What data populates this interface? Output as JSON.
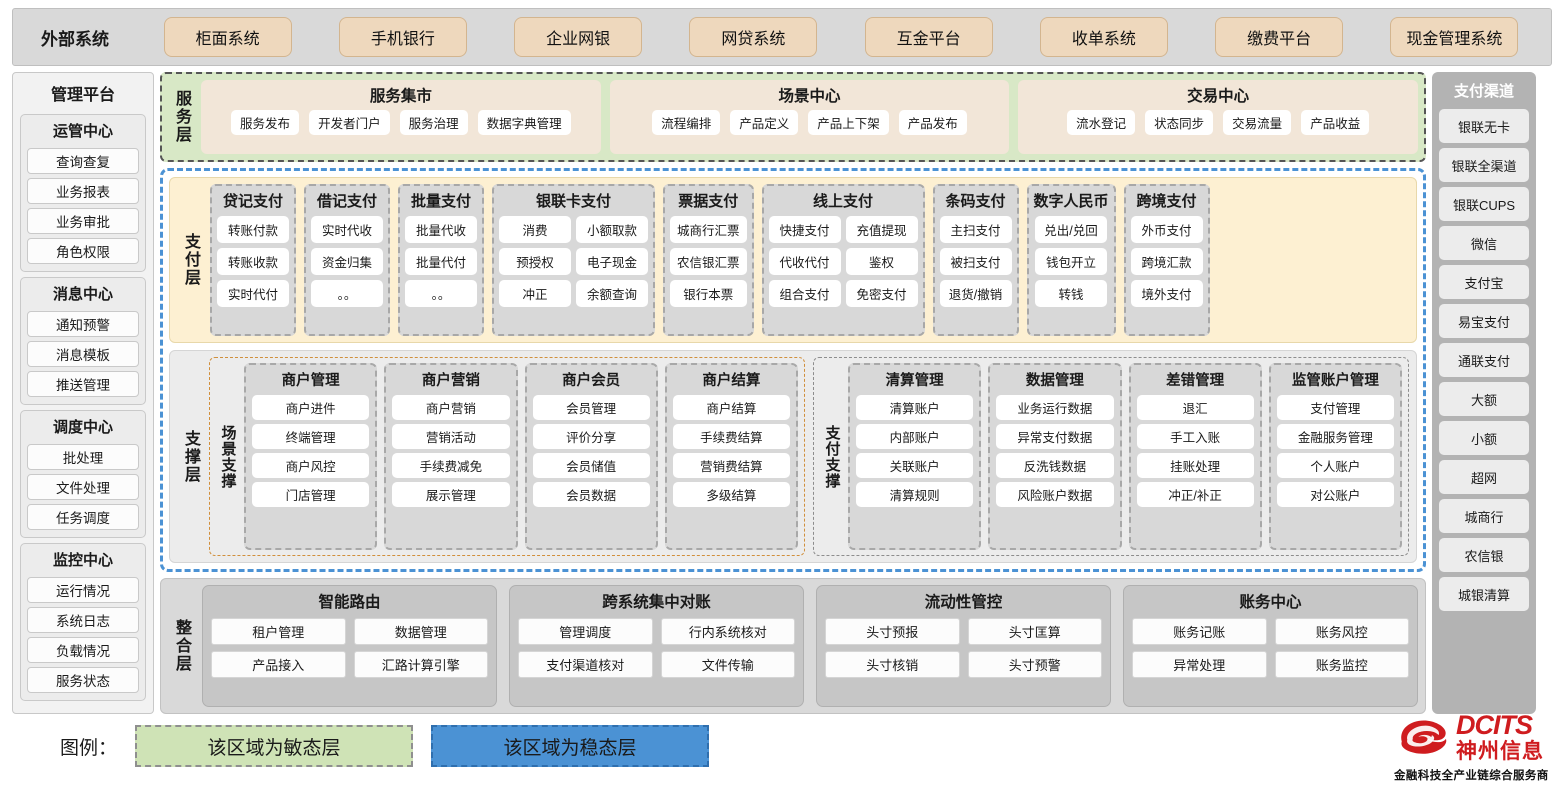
{
  "external": {
    "title": "外部系统",
    "items": [
      "柜面系统",
      "手机银行",
      "企业网银",
      "网贷系统",
      "互金平台",
      "收单系统",
      "缴费平台",
      "现金管理系统"
    ]
  },
  "left_sidebar": {
    "title": "管理平台",
    "groups": [
      {
        "title": "运管中心",
        "items": [
          "查询查复",
          "业务报表",
          "业务审批",
          "角色权限"
        ]
      },
      {
        "title": "消息中心",
        "items": [
          "通知预警",
          "消息模板",
          "推送管理"
        ]
      },
      {
        "title": "调度中心",
        "items": [
          "批处理",
          "文件处理",
          "任务调度"
        ]
      },
      {
        "title": "监控中心",
        "items": [
          "运行情况",
          "系统日志",
          "负载情况",
          "服务状态"
        ]
      }
    ]
  },
  "service_layer": {
    "label": "服务层",
    "boxes": [
      {
        "title": "服务集市",
        "items": [
          "服务发布",
          "开发者门户",
          "服务治理",
          "数据字典管理"
        ]
      },
      {
        "title": "场景中心",
        "items": [
          "流程编排",
          "产品定义",
          "产品上下架",
          "产品发布"
        ]
      },
      {
        "title": "交易中心",
        "items": [
          "流水登记",
          "状态同步",
          "交易流量",
          "产品收益"
        ]
      }
    ]
  },
  "pay_layer": {
    "label": "支付层",
    "groups": [
      {
        "title": "贷记支付",
        "cols": [
          [
            "转账付款",
            "转账收款",
            "实时代付"
          ]
        ]
      },
      {
        "title": "借记支付",
        "cols": [
          [
            "实时代收",
            "资金归集",
            "。。"
          ]
        ]
      },
      {
        "title": "批量支付",
        "cols": [
          [
            "批量代收",
            "批量代付",
            "。。"
          ]
        ]
      },
      {
        "title": "银联卡支付",
        "cols": [
          [
            "消费",
            "预授权",
            "冲正"
          ],
          [
            "小额取款",
            "电子现金",
            "余额查询"
          ]
        ]
      },
      {
        "title": "票据支付",
        "cols": [
          [
            "城商行汇票",
            "农信银汇票",
            "银行本票"
          ]
        ]
      },
      {
        "title": "线上支付",
        "cols": [
          [
            "快捷支付",
            "代收代付",
            "组合支付"
          ],
          [
            "充值提现",
            "鉴权",
            "免密支付"
          ]
        ]
      },
      {
        "title": "条码支付",
        "cols": [
          [
            "主扫支付",
            "被扫支付",
            "退货/撤销"
          ]
        ]
      },
      {
        "title": "数字人民币",
        "cols": [
          [
            "兑出/兑回",
            "钱包开立",
            "转钱"
          ]
        ]
      },
      {
        "title": "跨境支付",
        "cols": [
          [
            "外币支付",
            "跨境汇款",
            "境外支付"
          ]
        ]
      }
    ]
  },
  "support_layer": {
    "label": "支撑层",
    "halves": [
      {
        "label": "场景支撑",
        "groups": [
          {
            "title": "商户管理",
            "items": [
              "商户进件",
              "终端管理",
              "商户风控",
              "门店管理"
            ]
          },
          {
            "title": "商户营销",
            "items": [
              "商户营销",
              "营销活动",
              "手续费减免",
              "展示管理"
            ]
          },
          {
            "title": "商户会员",
            "items": [
              "会员管理",
              "评价分享",
              "会员储值",
              "会员数据"
            ]
          },
          {
            "title": "商户结算",
            "items": [
              "商户结算",
              "手续费结算",
              "营销费结算",
              "多级结算"
            ]
          }
        ]
      },
      {
        "label": "支付支撑",
        "groups": [
          {
            "title": "清算管理",
            "items": [
              "清算账户",
              "内部账户",
              "关联账户",
              "清算规则"
            ]
          },
          {
            "title": "数据管理",
            "items": [
              "业务运行数据",
              "异常支付数据",
              "反洗钱数据",
              "风险账户数据"
            ]
          },
          {
            "title": "差错管理",
            "items": [
              "退汇",
              "手工入账",
              "挂账处理",
              "冲正/补正"
            ]
          },
          {
            "title": "监管账户管理",
            "items": [
              "支付管理",
              "金融服务管理",
              "个人账户",
              "对公账户"
            ]
          }
        ]
      }
    ]
  },
  "integration_layer": {
    "label": "整合层",
    "groups": [
      {
        "title": "智能路由",
        "items": [
          "租户管理",
          "数据管理",
          "产品接入",
          "汇路计算引擎"
        ]
      },
      {
        "title": "跨系统集中对账",
        "items": [
          "管理调度",
          "行内系统核对",
          "支付渠道核对",
          "文件传输"
        ]
      },
      {
        "title": "流动性管控",
        "items": [
          "头寸预报",
          "头寸匡算",
          "头寸核销",
          "头寸预警"
        ]
      },
      {
        "title": "账务中心",
        "items": [
          "账务记账",
          "账务风控",
          "异常处理",
          "账务监控"
        ]
      }
    ]
  },
  "right_sidebar": {
    "title": "支付渠道",
    "items": [
      "银联无卡",
      "银联全渠道",
      "银联CUPS",
      "微信",
      "支付宝",
      "易宝支付",
      "通联支付",
      "大额",
      "小额",
      "超网",
      "城商行",
      "农信银",
      "城银清算"
    ]
  },
  "legend": {
    "label": "图例：",
    "agile": "该区域为敏态层",
    "stable": "该区域为稳态层"
  },
  "logo": {
    "en": "DCITS",
    "cn": "神州信息",
    "tagline": "金融科技全产业链综合服务商"
  },
  "colors": {
    "agile": "#cfe3b6",
    "stable": "#4b92d4",
    "pay_layer_bg": "#fdf0d2",
    "external_chip": "#eed8bd",
    "brand_red": "#cf1c1f"
  }
}
